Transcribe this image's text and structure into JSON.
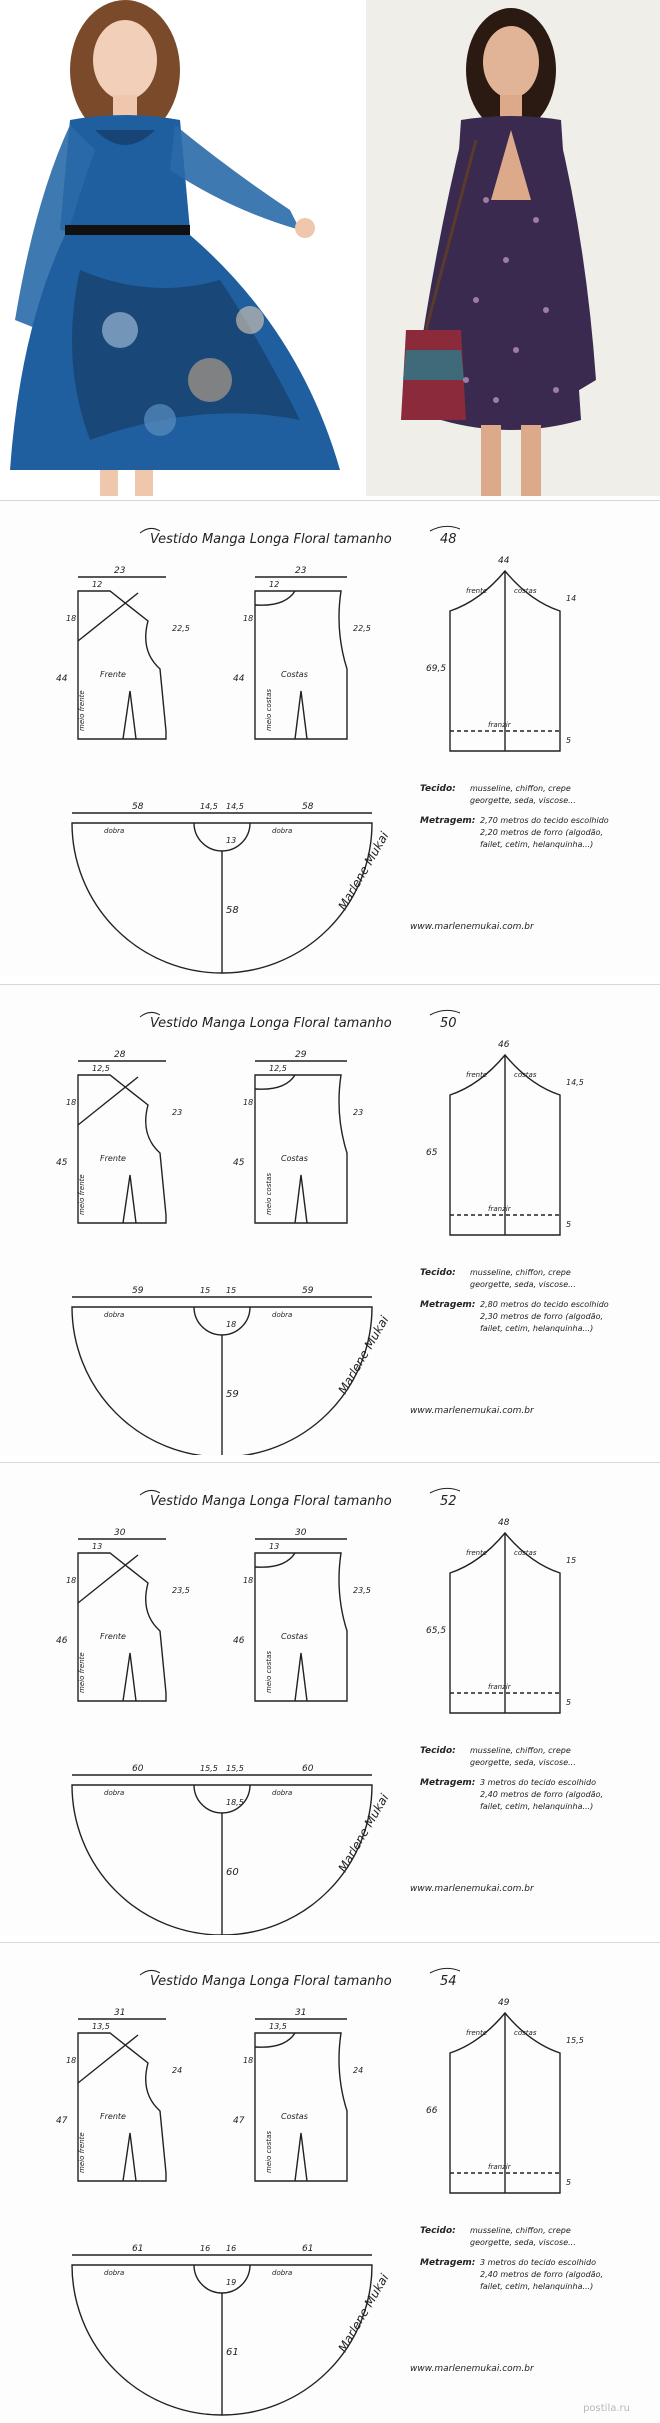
{
  "colors": {
    "dress_blue": "#1f5f9f",
    "dress_dark": "#0f2a4a",
    "dress_purple": "#3a2a4f",
    "bag_red": "#8a2a3a",
    "ink": "#222222"
  },
  "watermark": "postila.ru",
  "sheets": [
    {
      "title": "Vestido  Manga  Longa  Floral  tamanho",
      "size": "48",
      "front": {
        "width": "23",
        "shoulder": "12",
        "left_h": "18",
        "right_h": "22,5",
        "length": "44",
        "label": "Frente",
        "fold": "meio frente"
      },
      "back": {
        "width": "23",
        "shoulder": "12",
        "left_h": "18",
        "right_h": "22,5",
        "length": "44",
        "label": "Costas",
        "fold": "meio costas"
      },
      "sleeve": {
        "width": "44",
        "cap": "14",
        "length": "69,5",
        "front": "frente",
        "back": "costas",
        "mark": "franzir",
        "cuff": "5"
      },
      "skirt": {
        "left": "58",
        "right": "58",
        "w1": "14,5",
        "w2": "14,5",
        "center": "13",
        "radius": "58",
        "fold_l": "dobra",
        "fold_r": "dobra"
      },
      "fabric_label": "Tecido:",
      "fabric_text": "musseline, chiffon, crepe",
      "fabric_text2": "georgette, seda, viscose...",
      "yardage_label": "Metragem:",
      "yardage_text": "2,70 metros do tecido escolhido",
      "yardage_text2": "2,20 metros de forro (algodão,",
      "yardage_text3": "failet, cetim, helanquinha...)",
      "signature": "Marlene Mukai",
      "site": "www.marlenemukai.com.br"
    },
    {
      "title": "Vestido  Manga  Longa  Floral  tamanho",
      "size": "50",
      "front": {
        "width": "28",
        "shoulder": "12,5",
        "left_h": "18",
        "right_h": "23",
        "length": "45",
        "label": "Frente",
        "fold": "meio frente"
      },
      "back": {
        "width": "29",
        "shoulder": "12,5",
        "left_h": "18",
        "right_h": "23",
        "length": "45",
        "label": "Costas",
        "fold": "meio costas"
      },
      "sleeve": {
        "width": "46",
        "cap": "14,5",
        "length": "65",
        "front": "frente",
        "back": "costas",
        "mark": "franzir",
        "cuff": "5"
      },
      "skirt": {
        "left": "59",
        "right": "59",
        "w1": "15",
        "w2": "15",
        "center": "18",
        "radius": "59",
        "fold_l": "dobra",
        "fold_r": "dobra"
      },
      "fabric_label": "Tecido:",
      "fabric_text": "musseline, chiffon, crepe",
      "fabric_text2": "georgette, seda, viscose...",
      "yardage_label": "Metragem:",
      "yardage_text": "2,80 metros do tecido escolhido",
      "yardage_text2": "2,30 metros de forro (algodão,",
      "yardage_text3": "failet, cetim, helanquinha...)",
      "signature": "Marlene Mukai",
      "site": "www.marlenemukai.com.br"
    },
    {
      "title": "Vestido  Manga  Longa  Floral  tamanho",
      "size": "52",
      "front": {
        "width": "30",
        "shoulder": "13",
        "left_h": "18",
        "right_h": "23,5",
        "length": "46",
        "label": "Frente",
        "fold": "meio frente"
      },
      "back": {
        "width": "30",
        "shoulder": "13",
        "left_h": "18",
        "right_h": "23,5",
        "length": "46",
        "label": "Costas",
        "fold": "meio costas"
      },
      "sleeve": {
        "width": "48",
        "cap": "15",
        "length": "65,5",
        "front": "frente",
        "back": "costas",
        "mark": "franzir",
        "cuff": "5"
      },
      "skirt": {
        "left": "60",
        "right": "60",
        "w1": "15,5",
        "w2": "15,5",
        "center": "18,5",
        "radius": "60",
        "fold_l": "dobra",
        "fold_r": "dobra"
      },
      "fabric_label": "Tecido:",
      "fabric_text": "musseline, chiffon, crepe",
      "fabric_text2": "georgette, seda, viscose...",
      "yardage_label": "Metragem:",
      "yardage_text": "3 metros do tecido escolhido",
      "yardage_text2": "2,40 metros de forro (algodão,",
      "yardage_text3": "failet, cetim, helanquinha...)",
      "signature": "Marlene Mukai",
      "site": "www.marlenemukai.com.br"
    },
    {
      "title": "Vestido  Manga  Longa  Floral  tamanho",
      "size": "54",
      "front": {
        "width": "31",
        "shoulder": "13,5",
        "left_h": "18",
        "right_h": "24",
        "length": "47",
        "label": "Frente",
        "fold": "meio frente"
      },
      "back": {
        "width": "31",
        "shoulder": "13,5",
        "left_h": "18",
        "right_h": "24",
        "length": "47",
        "label": "Costas",
        "fold": "meio costas"
      },
      "sleeve": {
        "width": "49",
        "cap": "15,5",
        "length": "66",
        "front": "frente",
        "back": "costas",
        "mark": "franzir",
        "cuff": "5"
      },
      "skirt": {
        "left": "61",
        "right": "61",
        "w1": "16",
        "w2": "16",
        "center": "19",
        "radius": "61",
        "fold_l": "dobra",
        "fold_r": "dobra"
      },
      "fabric_label": "Tecido:",
      "fabric_text": "musseline, chiffon, crepe",
      "fabric_text2": "georgette, seda, viscose...",
      "yardage_label": "Metragem:",
      "yardage_text": "3 metros do tecido escolhido",
      "yardage_text2": "2,40 metros de forro (algodão,",
      "yardage_text3": "failet, cetim, helanquinha...)",
      "signature": "Marlene Mukai",
      "site": "www.marlenemukai.com.br"
    }
  ]
}
